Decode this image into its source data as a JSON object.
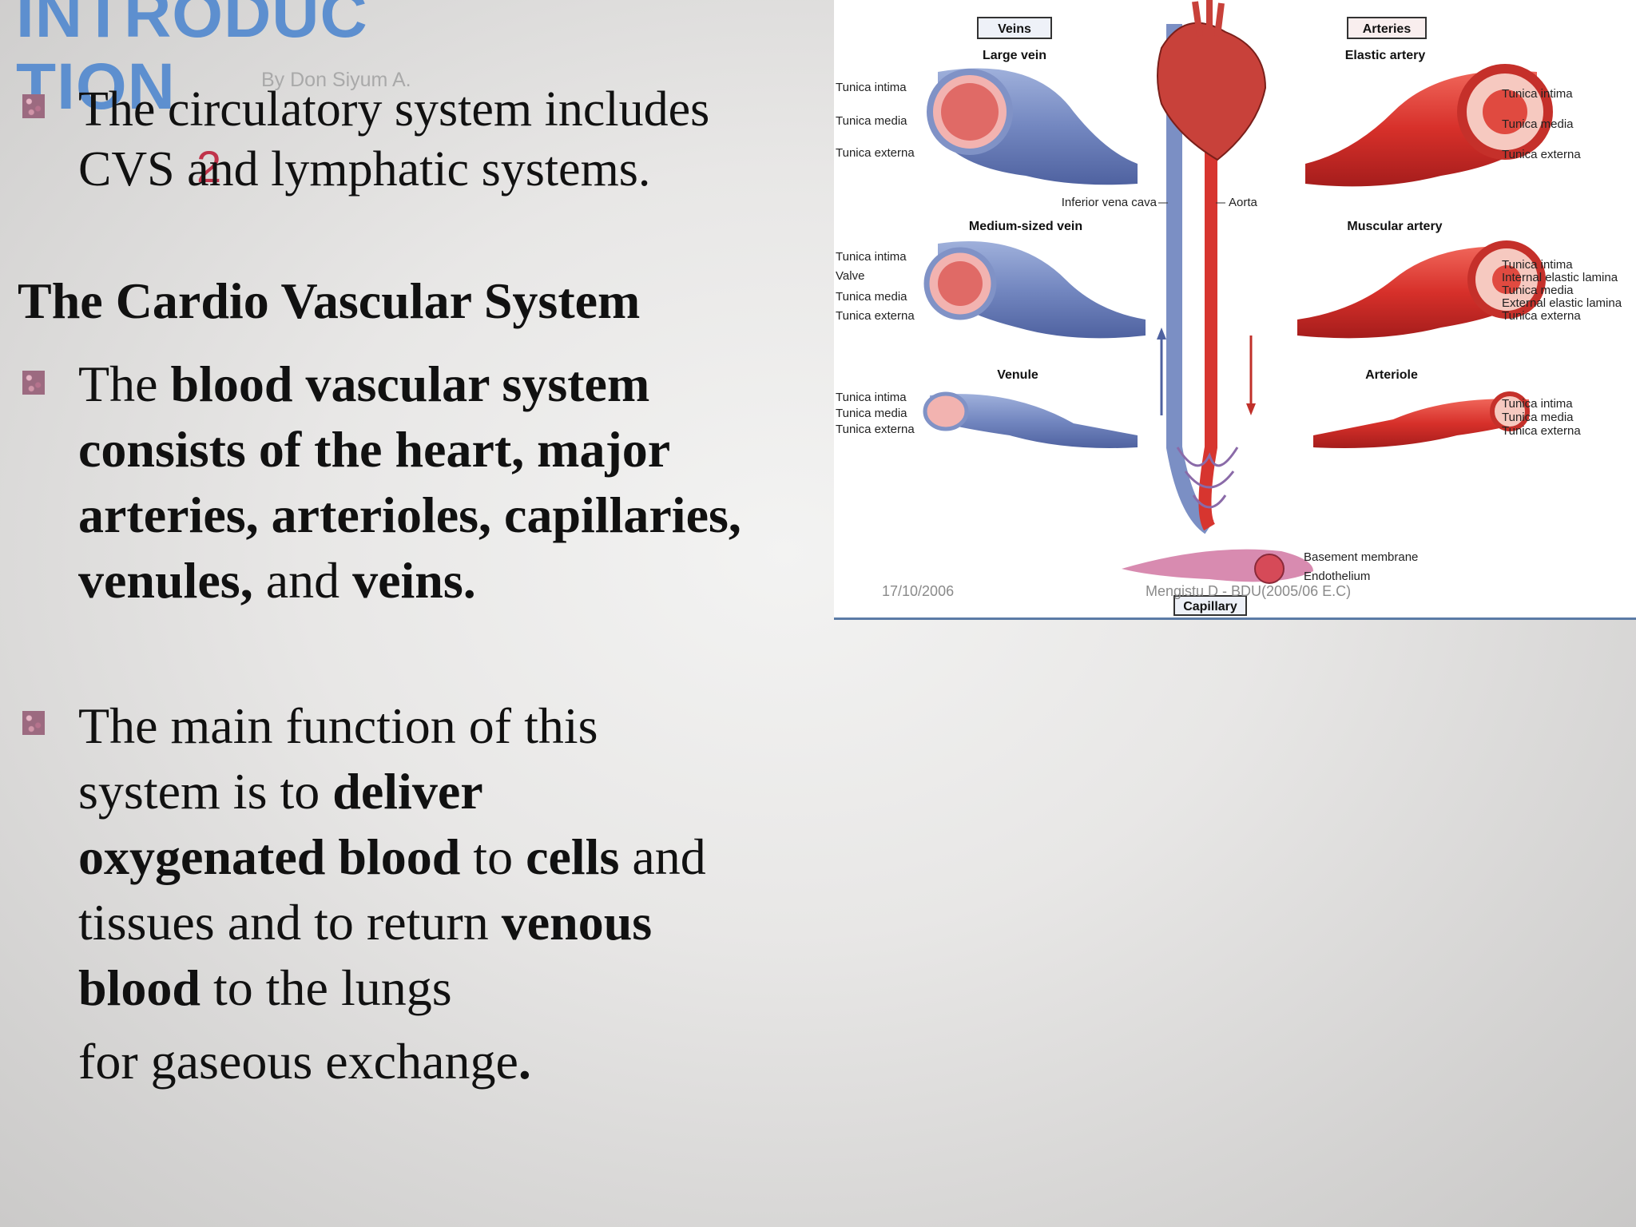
{
  "slide": {
    "title": "INTRODUCTION",
    "author": "By Don Siyum A.",
    "number": "2"
  },
  "content": {
    "p1": "The circulatory system includes CVS  and lymphatic systems.",
    "heading": "The Cardio Vascular System",
    "p2": {
      "t1": "The ",
      "b1": "blood vascular system consists of the heart, major arteries, arterioles, capillaries, venules,",
      "t2": " and ",
      "b2": "veins."
    },
    "p3": {
      "t1": "The main function of this system is to ",
      "b1": "deliver oxygenated blood",
      "t2": " to ",
      "b2": "cells",
      "t3": " and tissues and to return ",
      "b3": "venous blood",
      "t4": " to the lungs",
      "t5": "for gaseous exchange",
      "b4": "."
    }
  },
  "diagram": {
    "veins_box": "Veins",
    "arteries_box": "Arteries",
    "large_vein": "Large vein",
    "elastic_artery": "Elastic artery",
    "medium_vein": "Medium-sized vein",
    "muscular_artery": "Muscular artery",
    "venule": "Venule",
    "arteriole": "Arteriole",
    "capillary": "Capillary",
    "ivc": "Inferior vena cava",
    "aorta": "Aorta",
    "tunica_intima": "Tunica intima",
    "tunica_media": "Tunica media",
    "tunica_externa": "Tunica externa",
    "valve": "Valve",
    "internal_elastic": "Internal elastic lamina",
    "external_elastic": "External elastic lamina",
    "basement_membrane": "Basement membrane",
    "endothelium": "Endothelium",
    "date": "17/10/2006",
    "watermark": "Mengistu D - BDU(2005/06 E.C)"
  },
  "colors": {
    "title": "#5d8fcf",
    "vein": "#7b8fc4",
    "artery": "#d7352f"
  }
}
